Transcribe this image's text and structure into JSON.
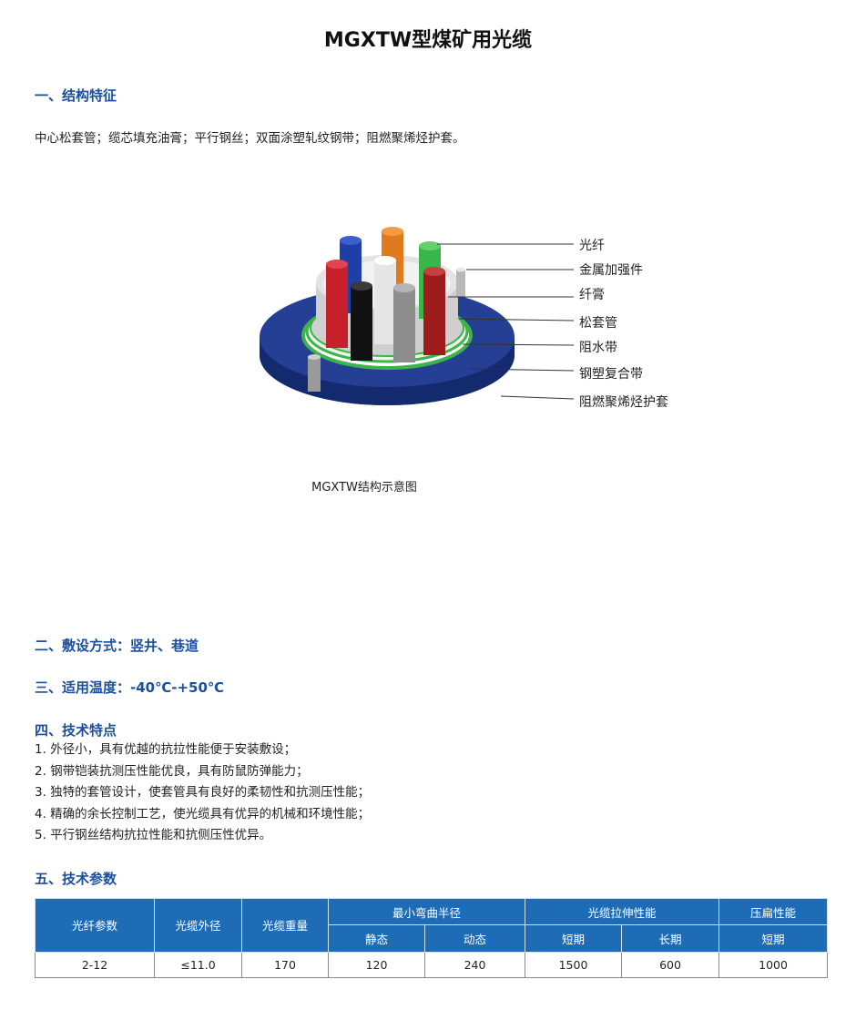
{
  "title": "MGXTW型煤矿用光缆",
  "structure": {
    "heading": "一、结构特征",
    "description": "中心松套管；缆芯填充油膏；平行钢丝；双面涂塑轧纹钢带；阻燃聚烯烃护套。"
  },
  "diagram": {
    "labels": [
      "光纤",
      "金属加强件",
      "纤膏",
      "松套管",
      "阻水带",
      "钢塑复合带",
      "阻燃聚烯烃护套"
    ],
    "caption": "MGXTW结构示意图",
    "colors": {
      "sheath": "#213a8c",
      "tube": "#d8d8d8",
      "green": "#3cb44a",
      "fibers": [
        "#1f3fa8",
        "#e07a1e",
        "#3ab54a",
        "#c8202b",
        "#ffffff",
        "#b02020",
        "#111111",
        "#9a9a9a"
      ]
    }
  },
  "laying": {
    "heading": "二、敷设方式：竖井、巷道"
  },
  "temperature": {
    "heading": "三、适用温度：-40℃-+50℃"
  },
  "features": {
    "heading": "四、技术特点",
    "items": [
      "1. 外径小，具有优越的抗拉性能便于安装敷设；",
      "2. 钢带铠装抗测压性能优良，具有防鼠防弹能力；",
      "3. 独特的套管设计，使套管具有良好的柔韧性和抗测压性能；",
      "4. 精确的余长控制工艺，使光缆具有优异的机械和环境性能；",
      "5. 平行钢丝结构抗拉性能和抗侧压性优异。"
    ]
  },
  "params": {
    "heading": "五、技术参数",
    "header": {
      "fiber": "光纤参数",
      "diameter": "光缆外径",
      "weight": "光缆重量",
      "bend": "最小弯曲半径",
      "tensile": "光缆拉伸性能",
      "crush": "压扁性能",
      "bend_static": "静态",
      "bend_dynamic": "动态",
      "tensile_short": "短期",
      "tensile_long": "长期",
      "crush_short": "短期"
    },
    "row": [
      "2-12",
      "≤11.0",
      "170",
      "120",
      "240",
      "1500",
      "600",
      "1000"
    ]
  }
}
